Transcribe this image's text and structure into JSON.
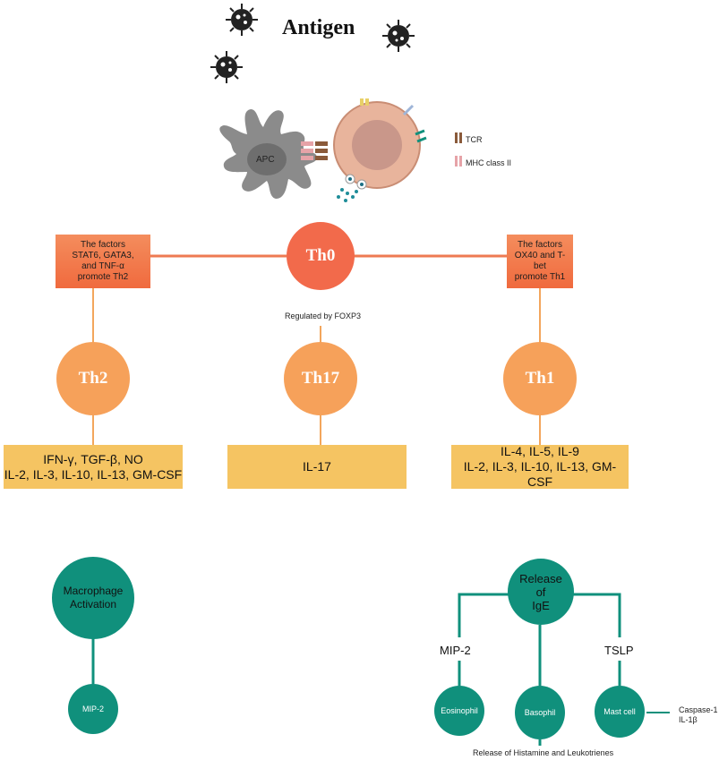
{
  "antigen_label": "Antigen",
  "apc_label": "APC",
  "legend": {
    "tcr": "TCR",
    "mhc": "MHC class II"
  },
  "th0": {
    "label": "Th0",
    "note": "Regulated by FOXP3"
  },
  "factors_left": [
    "The factors",
    "STAT6, GATA3,",
    "and TNF-α",
    "promote Th2"
  ],
  "factors_right": [
    "The factors",
    "OX40 and T-bet",
    "promote Th1"
  ],
  "th2": {
    "label": "Th2",
    "cytokines": [
      "IFN-γ, TGF-β, NO",
      "IL-2, IL-3, IL-10, IL-13, GM-CSF"
    ],
    "effect": "Macrophage Activation",
    "effect_lines": [
      "Macrophage",
      "Activation"
    ],
    "downstream": "MIP-2"
  },
  "th17": {
    "label": "Th17",
    "cytokines": "IL-17"
  },
  "th1": {
    "label": "Th1",
    "cytokines": [
      "IL-4, IL-5, IL-9",
      "IL-2, IL-3, IL-10,  IL-13, GM-CSF"
    ],
    "effect_lines": [
      "Release",
      "of",
      "IgE"
    ],
    "mip2": "MIP-2",
    "tslp": "TSLP",
    "cells": {
      "eosinophil": "Eosinophil",
      "basophil": "Basophil",
      "mast": "Mast cell"
    },
    "mast_products": [
      "Caspase-1",
      "IL-1β"
    ],
    "basophil_release": "Release of Histamine and Leukotrienes"
  },
  "colors": {
    "factor_box": "#f06a3e",
    "th0": "#f26a4b",
    "th_subsets": "#f6a15a",
    "cytokine_box": "#f5c462",
    "teal": "#10907c",
    "connector_orange": "#f3a65c"
  }
}
